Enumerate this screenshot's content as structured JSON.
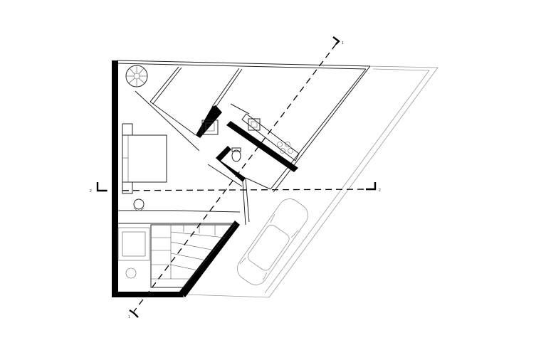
{
  "drawing": {
    "type": "floor-plan",
    "ink_color": "#000000",
    "line_color": "#222222",
    "faint_line_color": "#9a9a9a",
    "background": "#ffffff"
  },
  "section_markers": {
    "horizontal_tag_left": "2",
    "horizontal_tag_right": "2",
    "diagonal_tag_top": "1",
    "diagonal_tag_bottom": "1"
  },
  "fixtures": [
    {
      "name": "spiral-staircase-icon"
    },
    {
      "name": "double-bed-icon"
    },
    {
      "name": "kitchen-sink-icon"
    },
    {
      "name": "cooktop-burners-icon"
    },
    {
      "name": "toilet-icon"
    },
    {
      "name": "washbasin-icon"
    },
    {
      "name": "desk-chair-icon"
    },
    {
      "name": "sofa-icon"
    },
    {
      "name": "staircase-icon"
    },
    {
      "name": "parked-car-icon"
    }
  ]
}
